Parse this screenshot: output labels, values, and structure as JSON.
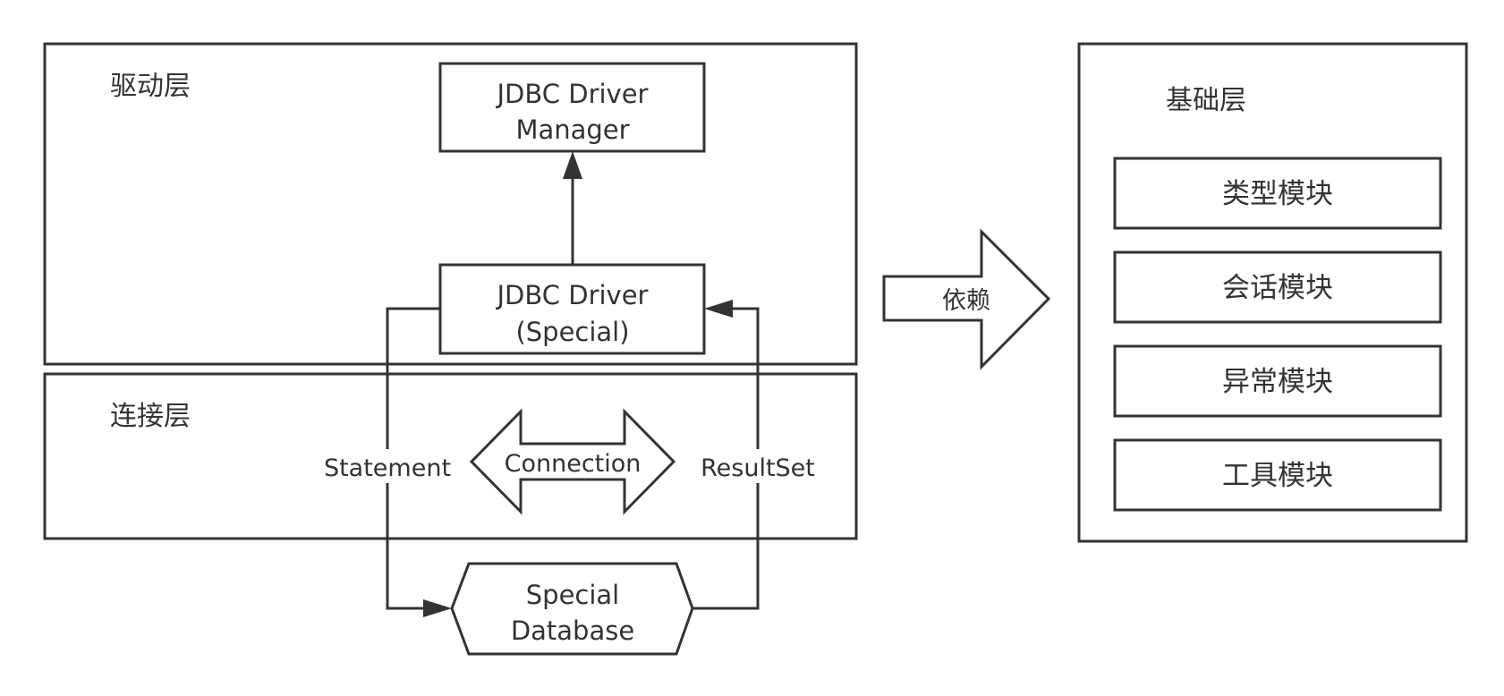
{
  "layers": {
    "driver": "驱动层",
    "connection": "连接层",
    "base": "基础层"
  },
  "nodes": {
    "driver_manager": [
      "JDBC Driver",
      "Manager"
    ],
    "driver_special": [
      "JDBC Driver",
      "(Special)"
    ],
    "special_database": [
      "Special",
      "Database"
    ]
  },
  "edges": {
    "statement": "Statement",
    "result_set": "ResultSet",
    "connection": "Connection",
    "depends": "依赖"
  },
  "modules": [
    "类型模块",
    "会话模块",
    "异常模块",
    "工具模块"
  ]
}
